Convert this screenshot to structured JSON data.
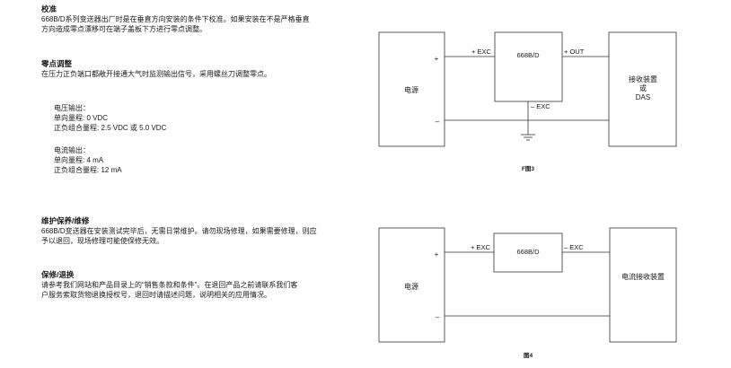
{
  "calibration": {
    "title": "校准",
    "text_lines": [
      "668B/D系列变送器出厂时是在垂直方向安装的条件下校准。如果安装在不是严格垂直",
      "方向造成零点漂移可在端子盖板下方进行零点调整。"
    ]
  },
  "zero_adjust": {
    "title": "零点调整",
    "text": "在压力正负端口都敞开接通大气时监测输出信号，采用螺丝刀调整零点。"
  },
  "voltage_output": {
    "heading": "电压输出：",
    "unipolar": "单向量程: 0 VDC",
    "bipolar": "正负组合量程: 2.5 VDC 或 5.0 VDC"
  },
  "current_output": {
    "heading": "电流输出：",
    "unipolar": "单向量程: 4 mA",
    "bipolar": "正负组合量程: 12 mA"
  },
  "maintenance": {
    "title": "维护保养/维修",
    "text_lines": [
      "668B/D变送器在安装测试完毕后，无需日常维护。请勿现场修理，如果需要修理，则应",
      "予以退回，现场修理可能使保修无效。"
    ]
  },
  "warranty": {
    "title": "保修/退换",
    "text_lines": [
      "请参考我们网站和产品目录上的“销售条款和条件”。在退回产品之前请联系我们客",
      "户服务索取货物退换授权号，退回时请描述问题，说明相关的应用情况。"
    ]
  },
  "fig3": {
    "power": "电源",
    "plus": "+",
    "minus": "–",
    "exc_pos": "+ EXC",
    "exc_neg": "– EXC",
    "out_pos": "+ OUT",
    "device": "668B/D",
    "receiver_line1": "接收装置",
    "receiver_line2": "或",
    "receiver_line3": "DAS",
    "caption": "F图3"
  },
  "fig4": {
    "power": "电源",
    "plus": "+",
    "minus": "–",
    "exc_pos": "+ EXC",
    "exc_neg": "– EXC",
    "device": "668B/D",
    "receiver": "电流接收装置",
    "caption": "图4"
  }
}
